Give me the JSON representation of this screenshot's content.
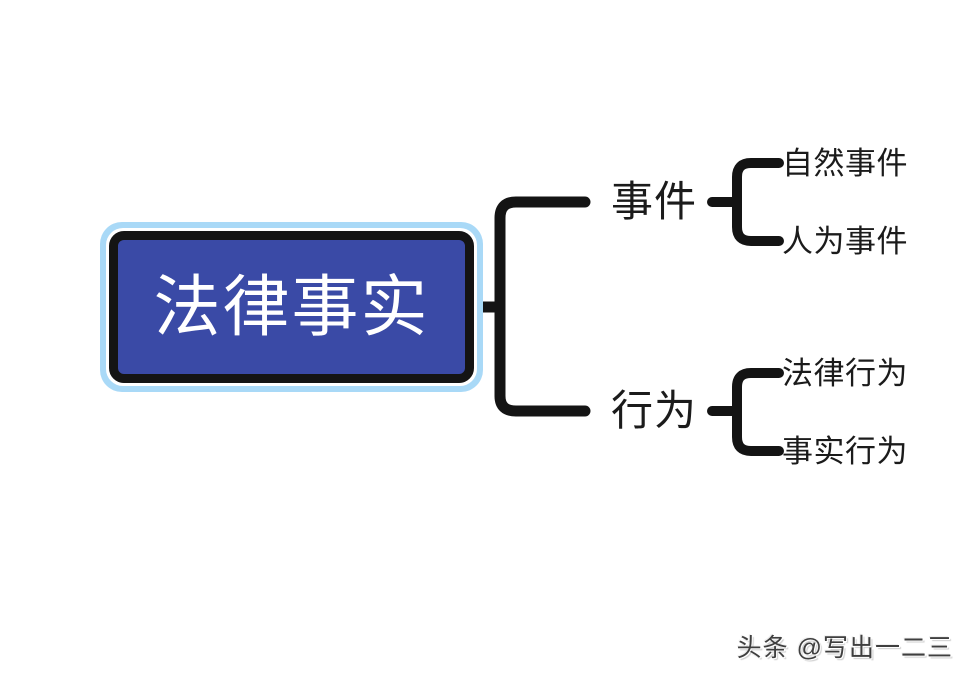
{
  "diagram": {
    "type": "mind-map",
    "title": "法律事实",
    "root": {
      "label": "法律事实",
      "fill_color": "#3a4aa6",
      "border_color": "#141414",
      "glow_color": "#a9d9f7",
      "text_color": "#ffffff"
    },
    "branches": [
      {
        "label": "事件",
        "children": [
          {
            "label": "自然事件"
          },
          {
            "label": "人为事件"
          }
        ]
      },
      {
        "label": "行为",
        "children": [
          {
            "label": "法律行为"
          },
          {
            "label": "事实行为"
          }
        ]
      }
    ],
    "connector_color": "#141414"
  },
  "watermark": {
    "text": "头条 @写出一二三"
  }
}
